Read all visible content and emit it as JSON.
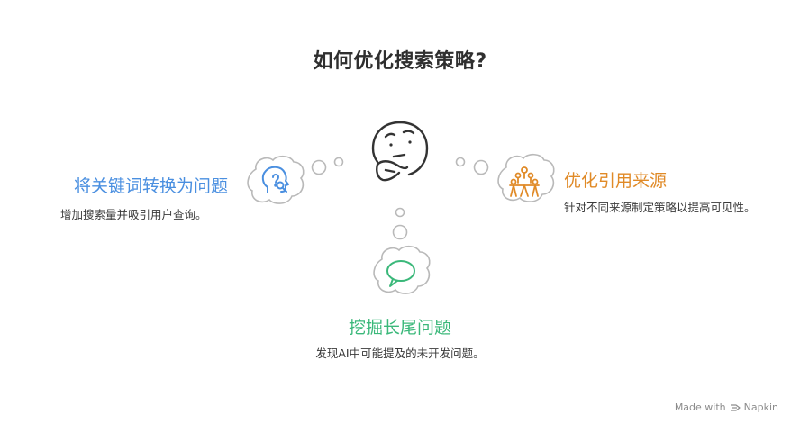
{
  "title": "如何优化搜索策略?",
  "nodes": {
    "left": {
      "heading": "将关键词转换为问题",
      "description": "增加搜索量并吸引用户查询。",
      "color": "#4a8fe0",
      "icon": "head-question-magnifier-icon"
    },
    "right": {
      "heading": "优化引用来源",
      "description": "针对不同来源制定策略以提高可见性。",
      "color": "#e08a27",
      "icon": "connected-people-icon"
    },
    "bottom": {
      "heading": "挖掘长尾问题",
      "description": "发现AI中可能提及的未开发问题。",
      "color": "#3bb87a",
      "icon": "speech-bubble-icon"
    },
    "center": {
      "icon": "thinking-face-icon"
    }
  },
  "footer": {
    "made_with": "Made with",
    "brand": "Napkin"
  }
}
